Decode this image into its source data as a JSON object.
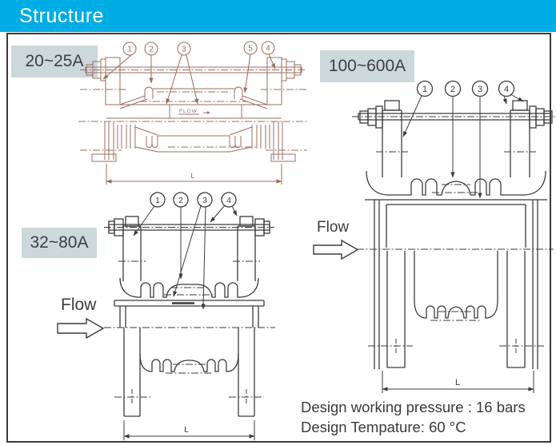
{
  "header": {
    "title": "Structure"
  },
  "colors": {
    "header_bg": "#00ace4",
    "header_text": "#ffffff",
    "label_bg": "#ccd8da",
    "small_drawing_line": "#9c6c5d",
    "drawing_line": "#3b3b3b",
    "text": "#3a3a3a",
    "border": "#3a3a3a",
    "canvas_bg": "#ffffff"
  },
  "drawings": {
    "small": {
      "size_label": "20~25A",
      "callouts": [
        "1",
        "2",
        "3",
        "5",
        "4"
      ],
      "flow_label": "FLOW",
      "dim_label": "L"
    },
    "medium": {
      "size_label": "32~80A",
      "callouts": [
        "1",
        "2",
        "3",
        "4"
      ],
      "flow_label": "Flow",
      "dim_label": "L"
    },
    "large": {
      "size_label": "100~600A",
      "callouts": [
        "1",
        "2",
        "3",
        "4"
      ],
      "flow_label": "Flow",
      "dim_label": "L"
    }
  },
  "specs": {
    "line1": "Design working pressure : 16 bars",
    "line2": "Design Tempature:  60 °C"
  }
}
